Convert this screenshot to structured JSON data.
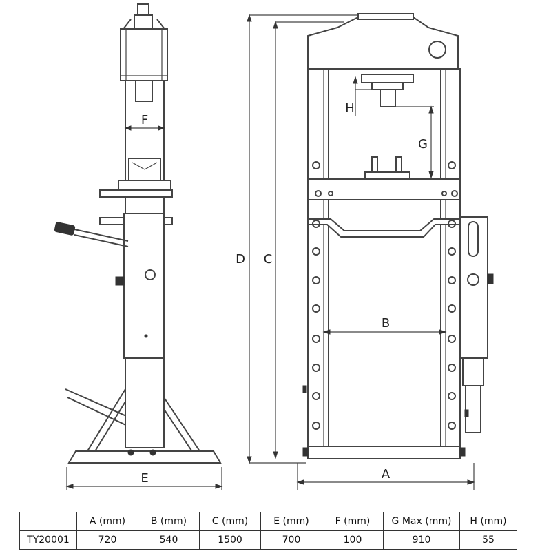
{
  "dimension_labels": {
    "A": "A",
    "B": "B",
    "C": "C",
    "D": "D",
    "E": "E",
    "F": "F",
    "G": "G",
    "H": "H"
  },
  "spec_table": {
    "headers": [
      "",
      "A (mm)",
      "B (mm)",
      "C (mm)",
      "E (mm)",
      "F (mm)",
      "G Max (mm)",
      "H (mm)"
    ],
    "rows": [
      [
        "TY20001",
        "720",
        "540",
        "1500",
        "700",
        "100",
        "910",
        "55"
      ]
    ]
  }
}
